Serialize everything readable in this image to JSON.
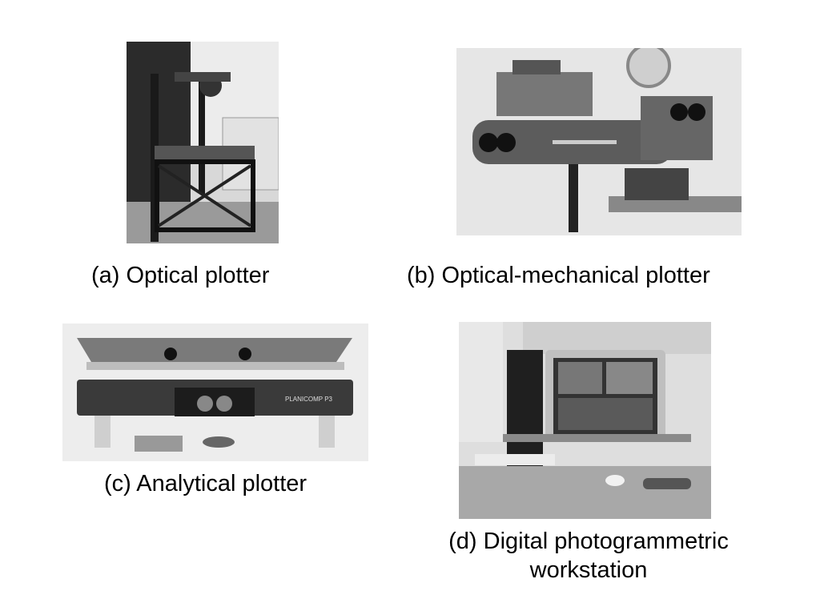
{
  "figures": [
    {
      "id": "a",
      "caption": "(a) Optical plotter",
      "photo_icon": "optical-plotter-photo"
    },
    {
      "id": "b",
      "caption": "(b) Optical-mechanical plotter",
      "photo_icon": "optical-mechanical-plotter-photo"
    },
    {
      "id": "c",
      "caption": "(c) Analytical plotter",
      "photo_icon": "analytical-plotter-photo"
    },
    {
      "id": "d",
      "caption_line1": "(d) Digital photogrammetric",
      "caption_line2": "workstation",
      "photo_icon": "digital-workstation-photo"
    }
  ],
  "photo_text": {
    "analytical_brand": "PLANICOMP P3"
  }
}
